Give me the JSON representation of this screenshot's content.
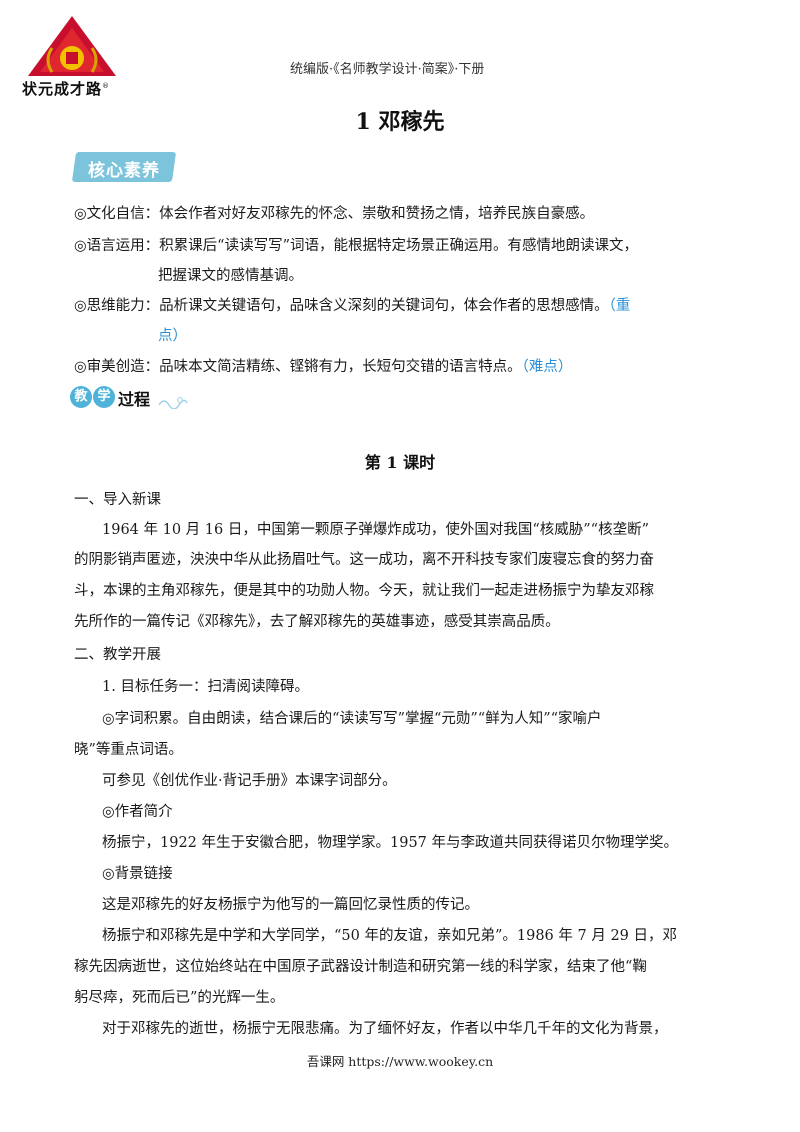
{
  "logo": {
    "text": "状元成才路",
    "mark": "®"
  },
  "header": "统编版·《名师教学设计·简案》·下册",
  "title": "1  邓稼先",
  "core_badge": "核心素养",
  "core_items": [
    {
      "line1": "◎文化自信：体会作者对好友邓稼先的怀念、崇敬和赞扬之情，培养民族自豪感。"
    },
    {
      "line1": "◎语言运用：积累课后“读读写写”词语，能根据特定场景正确运用。有感情地朗读课文，",
      "line2": "把握课文的感情基调。"
    },
    {
      "line1": "◎思维能力：品析课文关键语句，品味含义深刻的关键词句，体会作者的思想感情。",
      "note_a": "（重",
      "note_b": "点）"
    },
    {
      "line1": "◎审美创造：品味本文简洁精练、铿锵有力，长短句交错的语言特点。",
      "note": "（难点）"
    }
  ],
  "process_badge": {
    "c1": "教",
    "c2": "学",
    "rest": "过程"
  },
  "lesson_title": "第 1 课时",
  "body": [
    "一、导入新课",
    "1964 年 10 月 16 日，中国第一颗原子弹爆炸成功，使外国对我国“核威胁”“核垄断”",
    "的阴影销声匿迹，泱泱中华从此扬眉吐气。这一成功，离不开科技专家们废寝忘食的努力奋",
    "斗，本课的主角邓稼先，便是其中的功勋人物。今天，就让我们一起走进杨振宁为挚友邓稼",
    "先所作的一篇传记《邓稼先》，去了解邓稼先的英雄事迹，感受其崇高品质。",
    "二、教学开展",
    "1. 目标任务一：扫清阅读障碍。",
    "◎字词积累。自由朗读，结合课后的“读读写写”掌握“元勋”“鲜为人知”“家喻户",
    "晓”等重点词语。",
    "可参见《创优作业·背记手册》本课字词部分。",
    "◎作者简介",
    "杨振宁，1922 年生于安徽合肥，物理学家。1957 年与李政道共同获得诺贝尔物理学奖。",
    "◎背景链接",
    "这是邓稼先的好友杨振宁为他写的一篇回忆录性质的传记。",
    "杨振宁和邓稼先是中学和大学同学，“50 年的友谊，亲如兄弟”。1986 年 7 月 29 日，邓",
    "稼先因病逝世，这位始终站在中国原子武器设计制造和研究第一线的科学家，结束了他“鞠",
    "躬尽瘁，死而后已”的光辉一生。",
    "对于邓稼先的逝世，杨振宁无限悲痛。为了缅怀好友，作者以中华几千年的文化为背景，"
  ],
  "footer": "吾课网 https://www.wookey.cn",
  "colors": {
    "accent_blue": "#2b8fd6",
    "badge_blue": "#7cc3dc",
    "logo_red": "#c8102e"
  }
}
